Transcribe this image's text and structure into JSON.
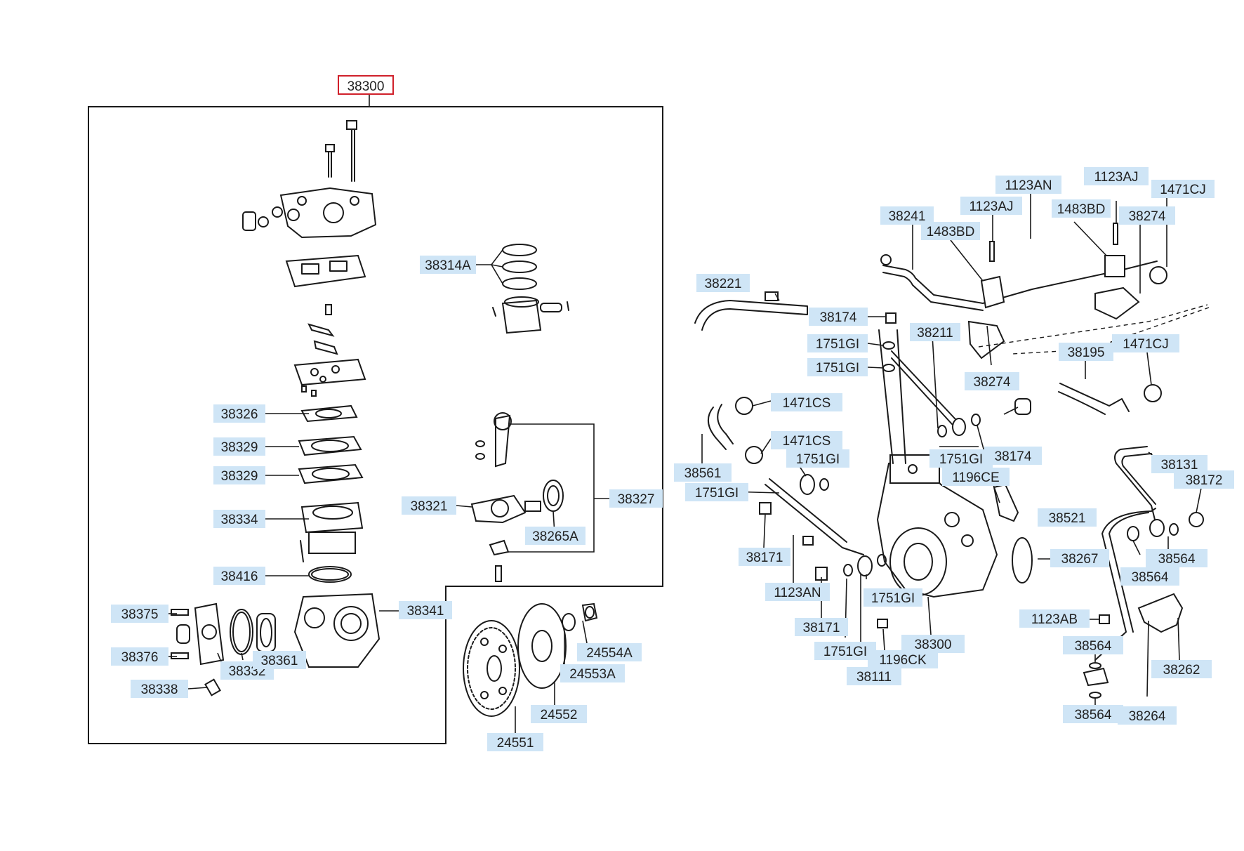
{
  "diagram": {
    "highlighted_part": "38300",
    "part_labels": [
      "38314A",
      "38326",
      "38329",
      "38329",
      "38334",
      "38416",
      "38375",
      "38376",
      "38338",
      "38332",
      "38361",
      "38341",
      "38321",
      "38265A",
      "38327",
      "24554A",
      "24553A",
      "24552",
      "24551",
      "38221",
      "38241",
      "1483BD",
      "1123AJ",
      "1123AN",
      "1483BD",
      "1123AJ",
      "1471CJ",
      "38274",
      "38174",
      "1751GI",
      "1751GI",
      "38211",
      "38274",
      "38195",
      "1471CJ",
      "1471CS",
      "1471CS",
      "38561",
      "1751GI",
      "1751GI",
      "1751GI",
      "38174",
      "1196CE",
      "38521",
      "38171",
      "1123AN",
      "38171",
      "1751GI",
      "1751GI",
      "38111",
      "1196CK",
      "38300",
      "38267",
      "38131",
      "38172",
      "38564",
      "38564",
      "1123AB",
      "38564",
      "38262",
      "38564",
      "38264"
    ],
    "colors": {
      "label_bg": "#cfe5f6",
      "highlight_border": "#d0202a",
      "line": "#1a1a1a"
    }
  }
}
